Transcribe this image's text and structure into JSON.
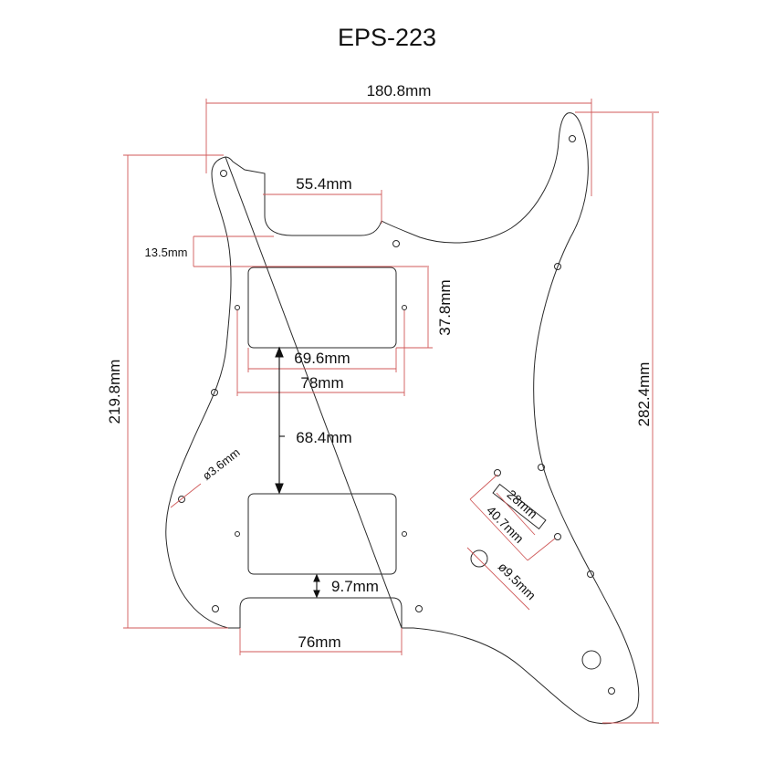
{
  "title": "EPS-223",
  "dimensions": {
    "overall_width": "180.8mm",
    "overall_height": "282.4mm",
    "left_height": "219.8mm",
    "neck_cutout_width": "55.4mm",
    "neck_to_pickup": "13.5mm",
    "pickup_height": "37.8mm",
    "pickup_width": "69.6mm",
    "pickup_screw_spacing": "78mm",
    "pickup_spacing": "68.4mm",
    "bridge_gap": "9.7mm",
    "bridge_cutout_width": "76mm",
    "screw_hole_diameter": "ø3.6mm",
    "switch_slot_length": "28mm",
    "switch_screw_spacing": "40.7mm",
    "pot_hole_diameter": "ø9.5mm"
  },
  "colors": {
    "outline": "#2a2a2a",
    "dimension_line": "#d05a5a",
    "text": "#111111"
  }
}
